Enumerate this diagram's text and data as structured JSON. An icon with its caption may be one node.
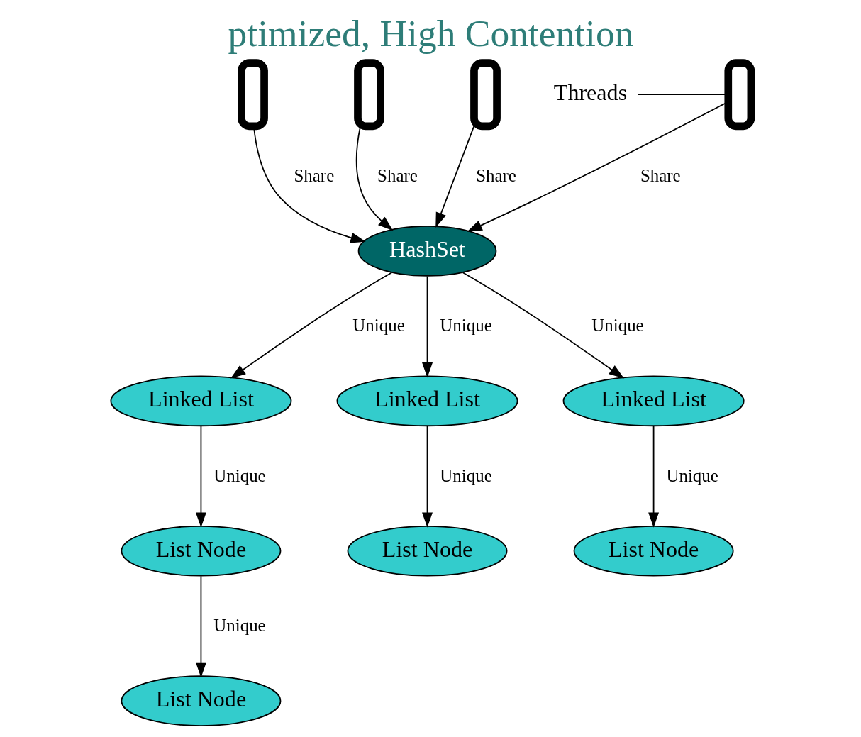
{
  "diagram": {
    "title": "ptimized, High Contention",
    "nodes": [
      {
        "text": [],
        "shape": "curve"
      },
      {
        "text": [],
        "shape": "curve"
      },
      {
        "text": [],
        "shape": "curve"
      },
      {
        "text": [],
        "shape": "curve"
      },
      {
        "text": [
          "Threads"
        ]
      },
      {
        "text": [
          "HashSet"
        ]
      },
      {
        "text": [
          "Linked List"
        ]
      },
      {
        "text": [
          "Linked List"
        ]
      },
      {
        "text": [
          "Linked List"
        ]
      },
      {
        "text": [
          "List Node"
        ]
      },
      {
        "text": [
          "List Node"
        ]
      },
      {
        "text": [
          "List Node"
        ]
      },
      {
        "text": [
          "List Node"
        ]
      }
    ],
    "edges": [
      {
        "from": 4,
        "to": 3,
        "arrow": "none"
      },
      {
        "from": 0,
        "to": 5,
        "arrow": "to",
        "label": "Share"
      },
      {
        "from": 1,
        "to": 5,
        "arrow": "to",
        "label": "Share"
      },
      {
        "from": 2,
        "to": 5,
        "arrow": "to",
        "label": "Share"
      },
      {
        "from": 3,
        "to": 5,
        "arrow": "to",
        "label": "Share"
      },
      {
        "from": 5,
        "to": 6,
        "arrow": "to",
        "label": "Unique"
      },
      {
        "from": 5,
        "to": 7,
        "arrow": "to",
        "label": "Unique"
      },
      {
        "from": 5,
        "to": 8,
        "arrow": "to",
        "label": "Unique"
      },
      {
        "from": 6,
        "to": 9,
        "arrow": "to",
        "label": "Unique"
      },
      {
        "from": 9,
        "to": 12,
        "arrow": "to",
        "label": "Unique"
      },
      {
        "from": 7,
        "to": 10,
        "arrow": "to",
        "label": "Unique"
      },
      {
        "from": 8,
        "to": 11,
        "arrow": "to",
        "label": "Unique"
      }
    ]
  }
}
